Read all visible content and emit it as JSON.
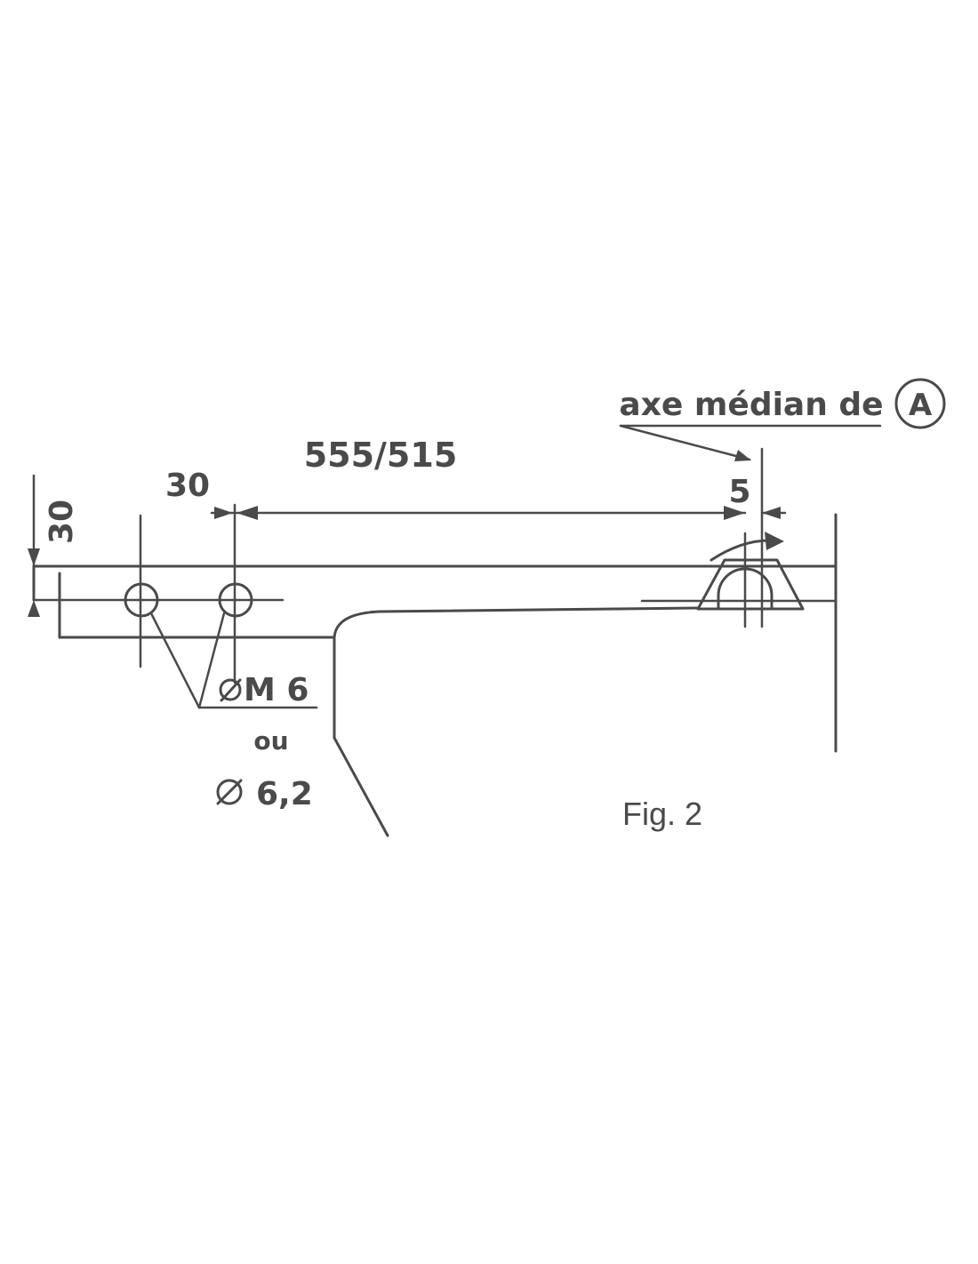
{
  "figure": {
    "caption": "Fig. 2",
    "dimensions": {
      "distance": "555/515",
      "hole_offset": "30",
      "vertical_offset": "30",
      "axis_offset": "5"
    },
    "axis_label": {
      "text": "axe médian de",
      "reference": "A"
    },
    "hole_spec": {
      "thread": "M 6",
      "or_word": "ou",
      "diameter": "6,2"
    }
  },
  "colors": {
    "line": "#4a4a4a",
    "background": "#ffffff"
  }
}
